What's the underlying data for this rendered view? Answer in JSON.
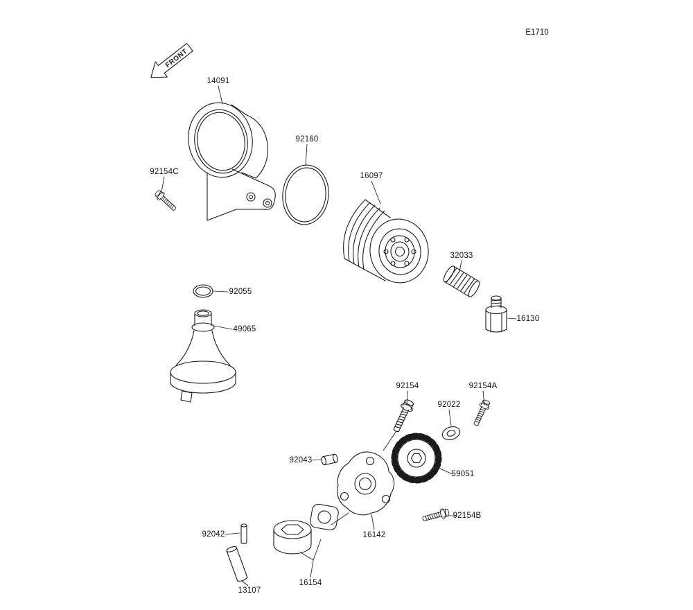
{
  "diagram": {
    "code": "E1710",
    "front_label": "FRONT",
    "line_color": "#1a1a1a",
    "background_color": "#ffffff"
  },
  "parts": [
    {
      "number": "14091"
    },
    {
      "number": "92160"
    },
    {
      "number": "16097"
    },
    {
      "number": "92154C"
    },
    {
      "number": "32033"
    },
    {
      "number": "16130"
    },
    {
      "number": "92055"
    },
    {
      "number": "49065"
    },
    {
      "number": "92154"
    },
    {
      "number": "92154A"
    },
    {
      "number": "92022"
    },
    {
      "number": "92043"
    },
    {
      "number": "59051"
    },
    {
      "number": "16142"
    },
    {
      "number": "92154B"
    },
    {
      "number": "92042"
    },
    {
      "number": "13107"
    },
    {
      "number": "16154"
    }
  ]
}
